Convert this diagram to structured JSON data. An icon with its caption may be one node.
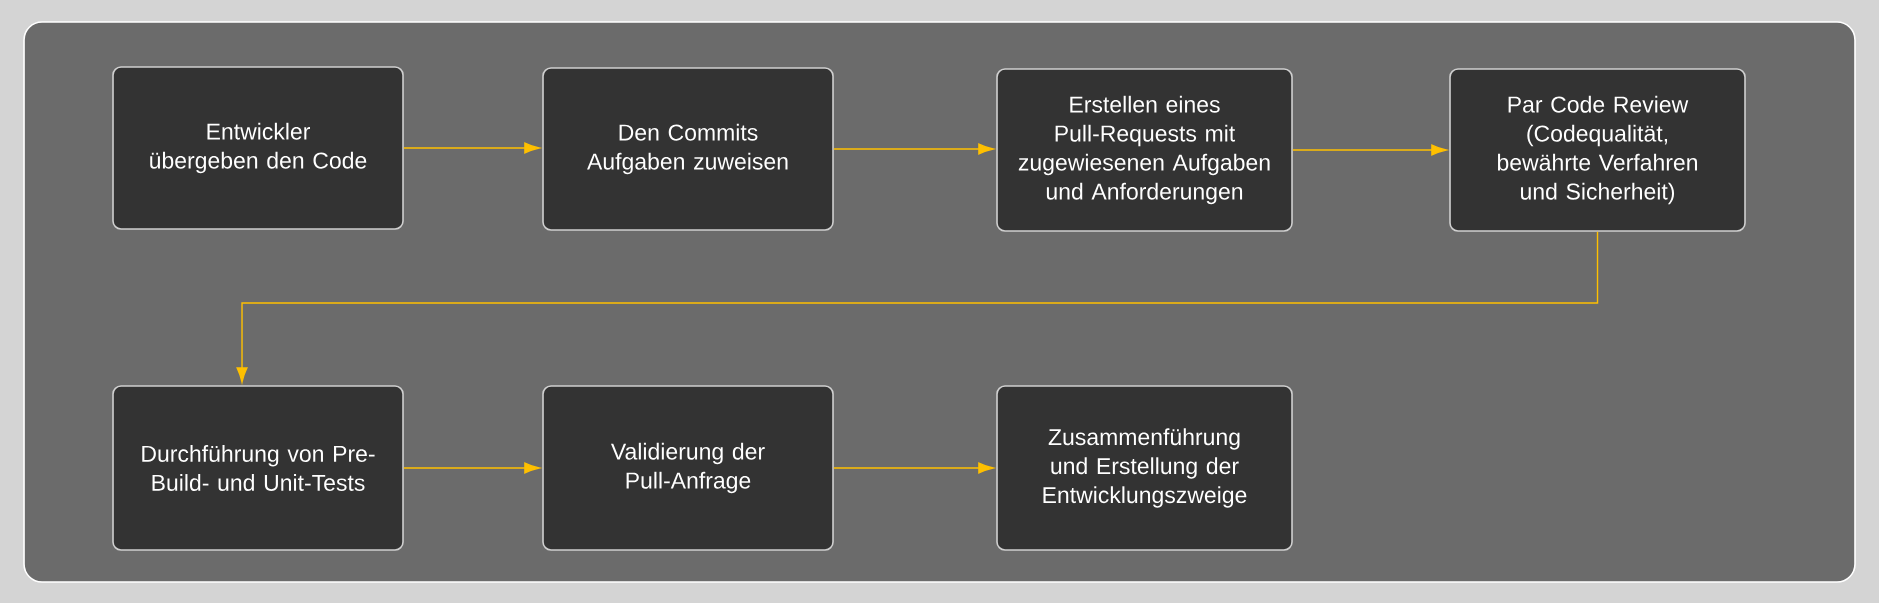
{
  "diagram": {
    "nodes": [
      {
        "text": [
          "Entwickler übergeben den Code"
        ]
      },
      {
        "text": [
          "Den Commits Aufgaben zuweisen"
        ]
      },
      {
        "text": [
          "Erstellen eines Pull-Requests mit zugewiesenen Aufgaben und Anforderungen"
        ]
      },
      {
        "text": [
          "Par Code Review (Codequalität, bewährte Verfahren und Sicherheit)"
        ]
      },
      {
        "text": [
          "Durchführung von Pre-Build- und Unit-Tests"
        ]
      },
      {
        "text": [
          "Validierung der Pull-Anfrage"
        ]
      },
      {
        "text": [
          "Zusammenführung und Erstellung der Entwicklungszweige"
        ]
      }
    ],
    "edges": [
      {
        "from": 0,
        "to": 1,
        "arrow": "to"
      },
      {
        "from": 1,
        "to": 2,
        "arrow": "to"
      },
      {
        "from": 2,
        "to": 3,
        "arrow": "to"
      },
      {
        "from": 3,
        "to": 4,
        "arrow": "to"
      },
      {
        "from": 4,
        "to": 5,
        "arrow": "to"
      },
      {
        "from": 5,
        "to": 6,
        "arrow": "to"
      }
    ]
  }
}
